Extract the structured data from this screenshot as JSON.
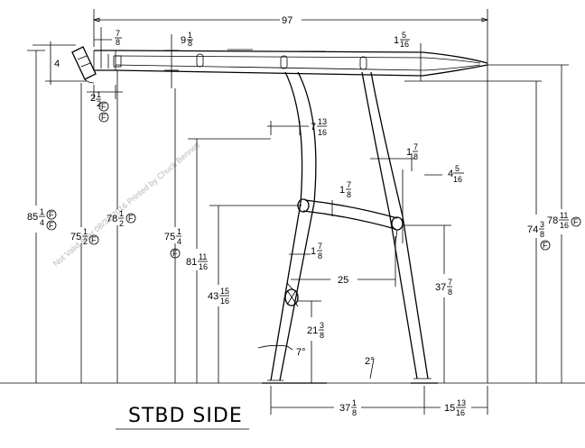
{
  "title": "STBD SIDE",
  "watermark": "Not Valid After 08/31/2016   Printed by Chuck Bennett",
  "f_symbol": "F",
  "dims": {
    "overall_length": "97",
    "d_7_8": {
      "whole": "",
      "num": "7",
      "den": "8"
    },
    "d_9_1_8": {
      "whole": "9",
      "num": "1",
      "den": "8"
    },
    "d_1_5_16": {
      "whole": "1",
      "num": "5",
      "den": "16"
    },
    "d_4": "4",
    "d_2_1_2": {
      "whole": "2",
      "num": "1",
      "den": "2"
    },
    "d_85_1_4": {
      "whole": "85",
      "num": "1",
      "den": "4"
    },
    "d_75_1_2": {
      "whole": "75",
      "num": "1",
      "den": "2"
    },
    "d_78_1_2": {
      "whole": "78",
      "num": "1",
      "den": "2"
    },
    "d_75_1_4": {
      "whole": "75",
      "num": "1",
      "den": "4"
    },
    "d_7_13_16": {
      "whole": "7",
      "num": "13",
      "den": "16"
    },
    "d_1_7_8a": {
      "whole": "1",
      "num": "7",
      "den": "8"
    },
    "d_4_5_16": {
      "whole": "4",
      "num": "5",
      "den": "16"
    },
    "d_1_7_8b": {
      "whole": "1",
      "num": "7",
      "den": "8"
    },
    "d_74_3_8": {
      "whole": "74",
      "num": "3",
      "den": "8"
    },
    "d_78_11_16": {
      "whole": "78",
      "num": "11",
      "den": "16"
    },
    "d_81_11_16": {
      "whole": "81",
      "num": "11",
      "den": "16"
    },
    "d_43_15_16": {
      "whole": "43",
      "num": "15",
      "den": "16"
    },
    "d_1_7_8c": {
      "whole": "1",
      "num": "7",
      "den": "8"
    },
    "d_25": "25",
    "d_37_7_8": {
      "whole": "37",
      "num": "7",
      "den": "8"
    },
    "d_21_3_8": {
      "whole": "21",
      "num": "3",
      "den": "8"
    },
    "d_7deg": "7°",
    "d_2deg": "2°",
    "d_37_1_8": {
      "whole": "37",
      "num": "1",
      "den": "8"
    },
    "d_15_13_16": {
      "whole": "15",
      "num": "13",
      "den": "16"
    }
  }
}
